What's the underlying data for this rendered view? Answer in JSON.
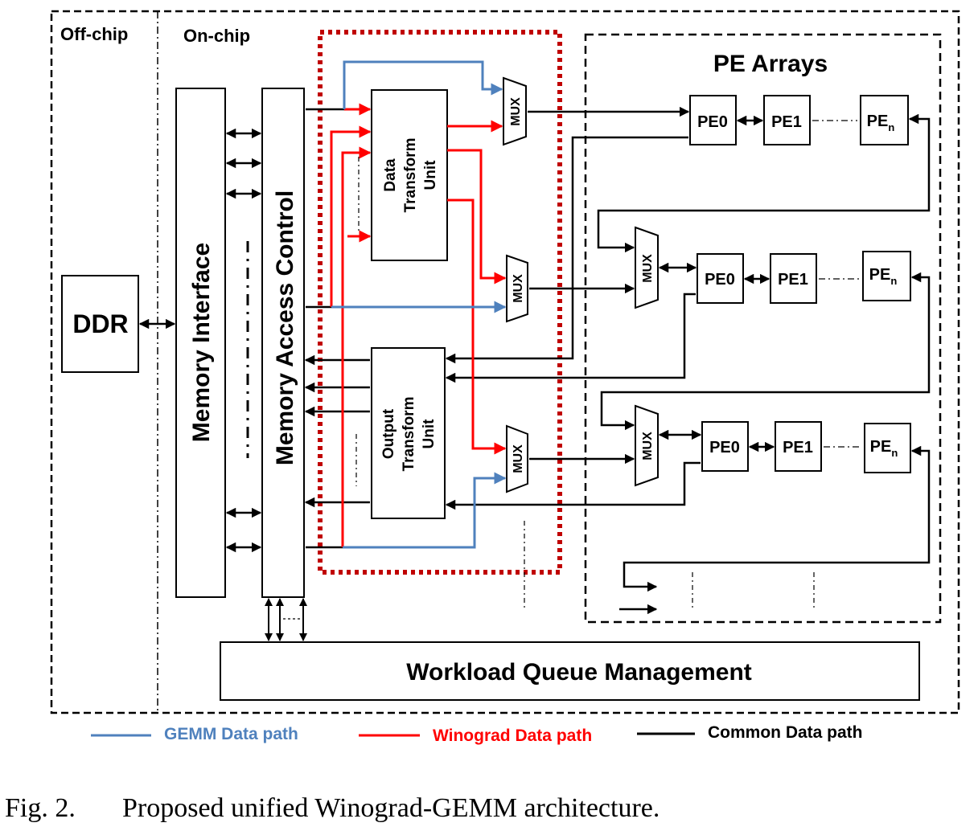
{
  "regions": {
    "off_chip": "Off-chip",
    "on_chip": "On-chip",
    "pe_arrays": "PE Arrays"
  },
  "blocks": {
    "ddr": "DDR",
    "memory_interface": "Memory Interface",
    "memory_access_control": "Memory Access Control",
    "data_transform_unit": [
      "Data",
      "Transform",
      "Unit"
    ],
    "output_transform_unit": [
      "Output",
      "Transform",
      "Unit"
    ],
    "workload_queue": "Workload Queue Management",
    "mux": "MUX"
  },
  "pe": {
    "pe0": "PE0",
    "pe1": "PE1",
    "pen_base": "PE",
    "pen_sub": "n"
  },
  "legend": {
    "gemm": "GEMM Data path",
    "winograd": "Winograd Data path",
    "common": "Common Data path"
  },
  "caption": {
    "label": "Fig. 2.",
    "text": "Proposed unified Winograd-GEMM architecture."
  },
  "colors": {
    "gemm": "#4f81bd",
    "winograd": "#ff0000",
    "common": "#000000",
    "highlight_box": "#c00000"
  }
}
